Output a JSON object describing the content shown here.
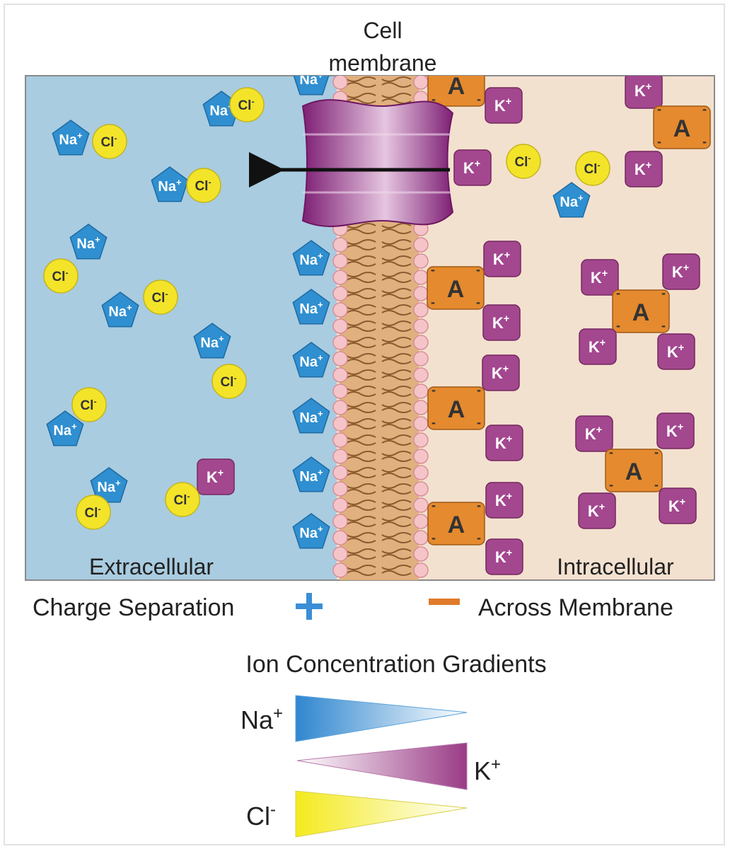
{
  "title": {
    "line1": "Cell",
    "line2": "membrane"
  },
  "regions": {
    "extracellular": "Extracellular",
    "intracellular": "Intracellular"
  },
  "charge": {
    "left": "Charge Separation",
    "plus": "+",
    "minus": "−",
    "right": "Across Membrane"
  },
  "gradients": {
    "title": "Ion Concentration Gradients",
    "na": {
      "symbol": "Na",
      "charge": "+"
    },
    "k": {
      "symbol": "K",
      "charge": "+"
    },
    "cl": {
      "symbol": "Cl",
      "charge": "-"
    }
  },
  "ions": {
    "na": {
      "symbol": "Na",
      "charge": "+"
    },
    "cl": {
      "symbol": "Cl",
      "charge": "-"
    },
    "k": {
      "symbol": "K",
      "charge": "+"
    },
    "a": {
      "symbol": "A",
      "charge": "-"
    }
  },
  "colors": {
    "extracellular": "#a9cce0",
    "intracellular": "#f3e1cf",
    "na": "#2f8fd0",
    "cl": "#f3e42a",
    "k": "#a3478f",
    "anion": "#e58a2e",
    "channel": "#8e2c82",
    "plus_sign": "#3a8fd6",
    "minus_sign": "#e07a2a"
  }
}
